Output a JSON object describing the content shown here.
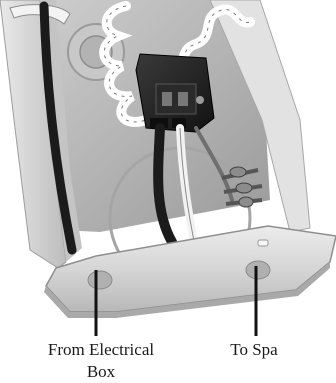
{
  "labels": {
    "from_line1": "From Electrical",
    "from_line2": "Box",
    "to_spa": "To Spa"
  },
  "colors": {
    "background": "#ffffff",
    "panel": "#dcdcdc",
    "panel_shadow": "#a9a9a9",
    "cable_black": "#1b1b1b",
    "cable_white": "#f4f4f4",
    "leader_line": "#111111"
  },
  "icons": {
    "spa_control_box": "junction-box-illustration"
  }
}
